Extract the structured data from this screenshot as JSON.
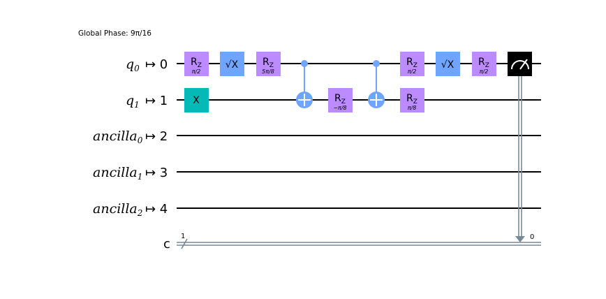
{
  "global_phase": "Global Phase: 9π/16",
  "colors": {
    "rz": "#BB8BFF",
    "sx": "#6FA4FF",
    "x": "#05BAB6",
    "control": "#6FA4FF",
    "measure": "#000000",
    "classical": "#778899"
  },
  "wires": [
    {
      "name": "q",
      "sub": "0",
      "map": "↦ 0"
    },
    {
      "name": "q",
      "sub": "1",
      "map": "↦ 1"
    },
    {
      "name": "ancilla",
      "sub": "0",
      "map": "↦ 2"
    },
    {
      "name": "ancilla",
      "sub": "1",
      "map": "↦ 3"
    },
    {
      "name": "ancilla",
      "sub": "2",
      "map": "↦ 4"
    }
  ],
  "classical": {
    "label": "c",
    "width": "1",
    "bit": "0"
  },
  "gates": {
    "rz_a": {
      "name": "R",
      "sub": "Z",
      "param": "π/2"
    },
    "sx_a": {
      "name": "√X"
    },
    "rz_b": {
      "name": "R",
      "sub": "Z",
      "param": "5π/8"
    },
    "x_a": {
      "name": "X"
    },
    "rz_c": {
      "name": "R",
      "sub": "Z",
      "param": "−π/8"
    },
    "rz_d": {
      "name": "R",
      "sub": "Z",
      "param": "π/2"
    },
    "rz_e": {
      "name": "R",
      "sub": "Z",
      "param": "π/8"
    },
    "sx_b": {
      "name": "√X"
    },
    "rz_f": {
      "name": "R",
      "sub": "Z",
      "param": "π/2"
    }
  }
}
